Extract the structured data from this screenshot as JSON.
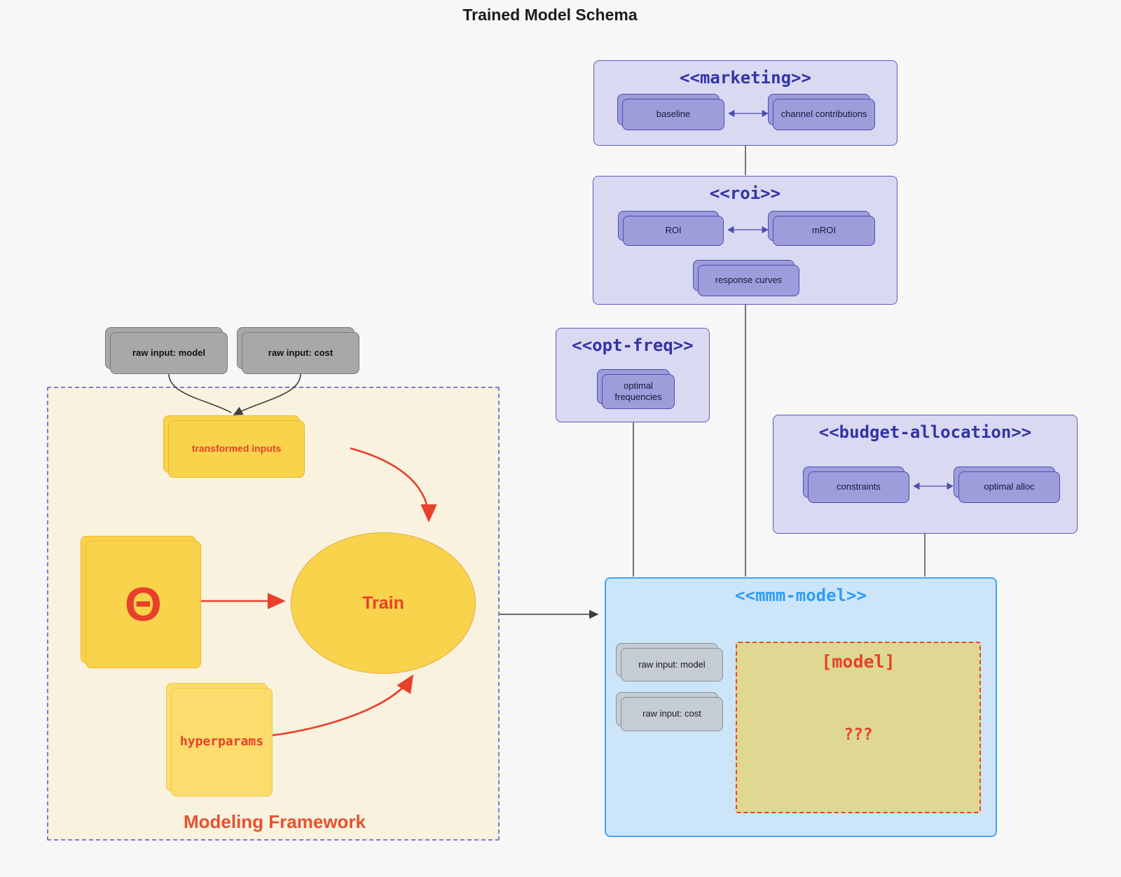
{
  "page": {
    "title": "Trained Model Schema"
  },
  "colors": {
    "purple_container_bg": "#d9d9f2",
    "purple_border": "#5b5bbf",
    "purple_node_bg": "#9e9ddc",
    "purple_title_text": "#3434a6",
    "blue_container_bg": "#cde5f8",
    "blue_border": "#42a4f5",
    "blue_title_text": "#2e9cf4",
    "gray_node_bg": "#a8a8a8",
    "gray_node_light_bg": "#c5ccd3",
    "yellow_node_bg": "#f9d34b",
    "yellow_node_border": "#eeb62f",
    "cream_container_bg": "#f8f2df",
    "khaki_model_bg": "#ded893",
    "red_accent": "#e8402a",
    "dark_line": "#3d3d3d"
  },
  "groups": {
    "marketing": {
      "title": "<<marketing>>",
      "baseline": "baseline",
      "channel_contributions": "channel contributions"
    },
    "roi": {
      "title": "<<roi>>",
      "roi": "ROI",
      "mroi": "mROI",
      "response_curves": "response curves"
    },
    "opt_freq": {
      "title": "<<opt-freq>>",
      "optimal_frequencies": "optimal frequencies"
    },
    "budget_allocation": {
      "title": "<<budget-allocation>>",
      "constraints": "constraints",
      "optimal_alloc": "optimal alloc"
    },
    "mmm_model": {
      "title": "<<mmm-model>>",
      "raw_input_model": "raw input: model",
      "raw_input_cost": "raw input: cost",
      "model_title": "[model]",
      "model_placeholder": "???"
    },
    "framework": {
      "title": "Modeling Framework",
      "transformed_inputs": "transformed inputs",
      "theta": "Θ",
      "train": "Train",
      "hyperparams": "hyperparams"
    }
  },
  "external_inputs": {
    "raw_input_model": "raw input: model",
    "raw_input_cost": "raw input: cost"
  }
}
